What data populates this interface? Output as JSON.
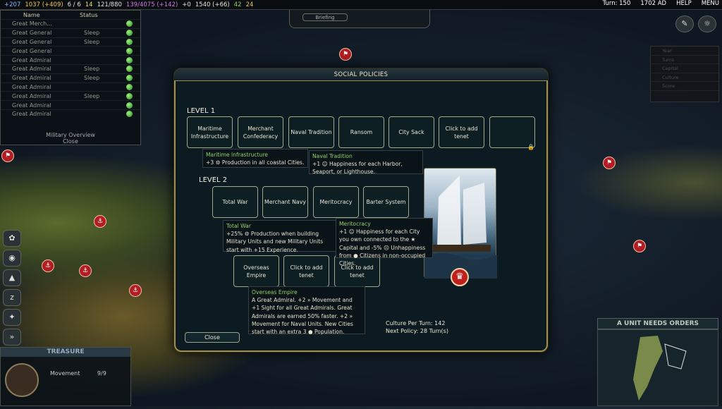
{
  "topbar": {
    "science": "+207",
    "gold": "1037 (+409)",
    "cities": "6 / 6",
    "happiness": "14",
    "strategic": "121/880",
    "culture": "139/4075 (+142)",
    "tourism": "+0",
    "faith": "1540 (+66)",
    "extra1": "42",
    "extra2": "24",
    "turn": "Turn: 150",
    "year": "1702 AD",
    "help": "HELP",
    "menu": "MENU"
  },
  "briefing": {
    "label": "Briefing"
  },
  "military": {
    "col_name": "Name",
    "col_status": "Status",
    "rows": [
      {
        "name": "Great Merch...",
        "status": ""
      },
      {
        "name": "Great General",
        "status": "Sleep"
      },
      {
        "name": "Great General",
        "status": "Sleep"
      },
      {
        "name": "Great General",
        "status": ""
      },
      {
        "name": "Great Admiral",
        "status": ""
      },
      {
        "name": "Great Admiral",
        "status": "Sleep"
      },
      {
        "name": "Great Admiral",
        "status": "Sleep"
      },
      {
        "name": "Great Admiral",
        "status": ""
      },
      {
        "name": "Great Admiral",
        "status": "Sleep"
      },
      {
        "name": "Great Admiral",
        "status": ""
      },
      {
        "name": "Great Admiral",
        "status": ""
      }
    ],
    "footer": "Military Overview",
    "close": "Close"
  },
  "dialog": {
    "title": "SOCIAL POLICIES",
    "level1": "LEVEL 1",
    "level2": "LEVEL 2",
    "l1_tenets": [
      "Maritime Infrastructure",
      "Merchant Confederacy",
      "Naval Tradition",
      "Ransom",
      "City Sack",
      "Click to add tenet",
      ""
    ],
    "l2_tenets": [
      "Total War",
      "Merchant Navy",
      "Meritocracy",
      "Barter System"
    ],
    "l3_tenets": [
      "Overseas Empire",
      "Click to add tenet",
      "Click to add tenet"
    ],
    "tips": {
      "maritime": {
        "head": "Maritime Infrastructure",
        "body": "+3 ⚙ Production in all coastal Cities."
      },
      "naval": {
        "head": "Naval Tradition",
        "body": "+1 ☺ Happiness for each Harbor, Seaport, or Lighthouse."
      },
      "totalwar": {
        "head": "Total War",
        "body": "+25% ⚙ Production when building Military Units and new Military Units start with +15 Experience."
      },
      "meritocracy": {
        "head": "Meritocracy",
        "body": "+1 ☺ Happiness for each City you own connected to the ★ Capital and -5% ☹ Unhappiness from ● Citizens in non-occupied Cities."
      },
      "overseas": {
        "head": "Overseas Empire",
        "body": "A Great Admiral. +2 » Movement and +1 Sight for all Great Admirals. Great Admirals are earned 50% faster. +2 » Movement for Naval Units. New Cities start with an extra 3 ● Population."
      }
    },
    "culture_per_turn": "Culture Per Turn: 142",
    "next_policy": "Next Policy: 28 Turn(s)",
    "close": "Close"
  },
  "right_list": [
    "Year",
    "Turns",
    "Capital",
    "Culture",
    "Score"
  ],
  "unit_orders": "A UNIT NEEDS ORDERS",
  "treasure": {
    "title": "TREASURE",
    "movement_label": "Movement",
    "movement_value": "9/9"
  },
  "colors": {
    "gold_border": "#a18c4c",
    "tip_heading": "#8fd06a",
    "city_red": "#b21d24"
  }
}
